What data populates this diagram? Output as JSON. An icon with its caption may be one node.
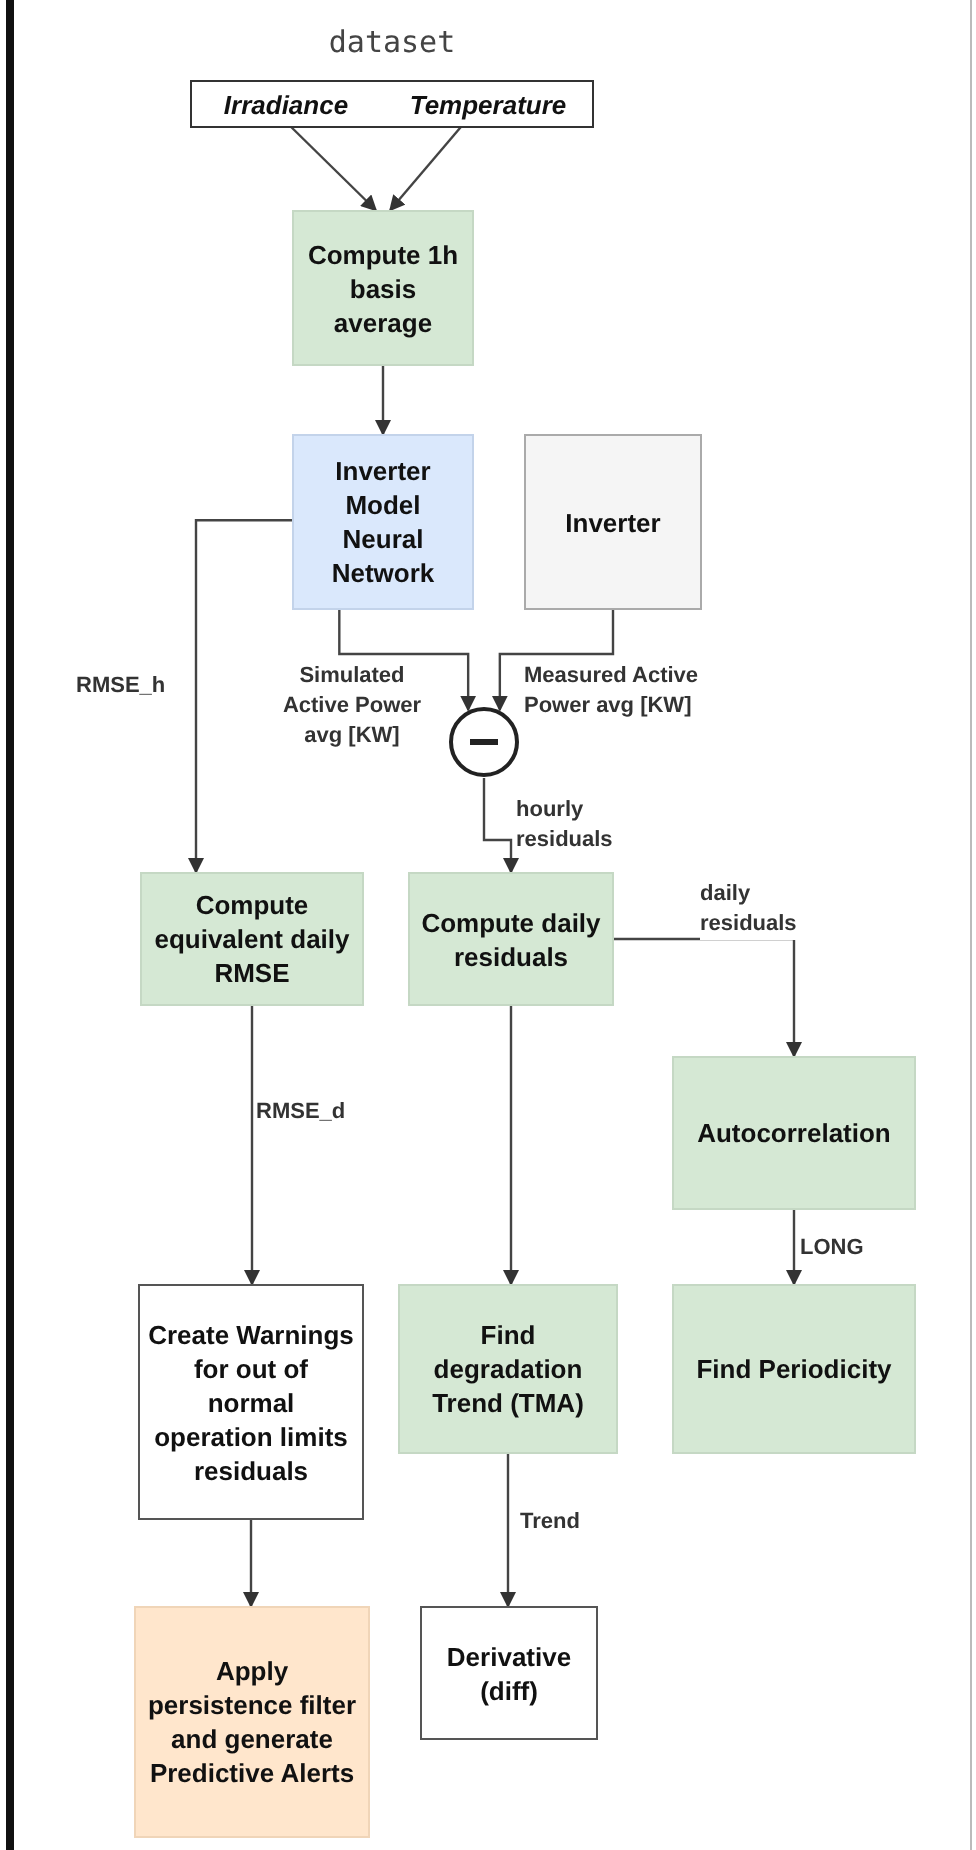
{
  "diagram": {
    "nodes": [
      {
        "text": [
          "dataset"
        ]
      },
      {
        "text": [
          "Irradiance"
        ],
        "in": 0
      },
      {
        "text": [
          "Temperature"
        ],
        "in": 0
      },
      {
        "text": [
          "Compute 1h basis average"
        ]
      },
      {
        "text": [
          "Inverter Model Neural Network"
        ]
      },
      {
        "text": [
          "Inverter"
        ]
      },
      {
        "text": [],
        "shape": "circle"
      },
      {
        "text": [
          "Compute equivalent daily RMSE"
        ]
      },
      {
        "text": [
          "Compute daily residuals"
        ]
      },
      {
        "text": [
          "Autocorrelation"
        ]
      },
      {
        "text": [
          "Create Warnings for out of normal operation limits residuals"
        ]
      },
      {
        "text": [
          "Find degradation Trend (TMA)"
        ]
      },
      {
        "text": [
          "Find Periodicity"
        ]
      },
      {
        "text": [
          "Apply persistence filter and generate Predictive Alerts"
        ]
      },
      {
        "text": [
          "Derivative (diff)"
        ]
      }
    ],
    "edges": [
      {
        "from": 1,
        "to": 3,
        "arrow": "to"
      },
      {
        "from": 2,
        "to": 3,
        "arrow": "to"
      },
      {
        "from": 3,
        "to": 4,
        "arrow": "to"
      },
      {
        "from": 4,
        "to": 6,
        "arrow": "to",
        "label": "Simulated Active Power avg [KW]"
      },
      {
        "from": 5,
        "to": 6,
        "arrow": "to",
        "label": "Measured Active Power avg [KW]"
      },
      {
        "from": 4,
        "to": 7,
        "arrow": "to",
        "label": "RMSE_h"
      },
      {
        "from": 6,
        "to": 8,
        "arrow": "to",
        "label": "hourly residuals"
      },
      {
        "from": 8,
        "to": 9,
        "arrow": "to",
        "label": "daily residuals"
      },
      {
        "from": 7,
        "to": 10,
        "arrow": "to",
        "label": "RMSE_d"
      },
      {
        "from": 8,
        "to": 11,
        "arrow": "to"
      },
      {
        "from": 9,
        "to": 12,
        "arrow": "to",
        "label": "LONG"
      },
      {
        "from": 10,
        "to": 13,
        "arrow": "to"
      },
      {
        "from": 11,
        "to": 14,
        "arrow": "to",
        "label": "Trend"
      }
    ]
  }
}
